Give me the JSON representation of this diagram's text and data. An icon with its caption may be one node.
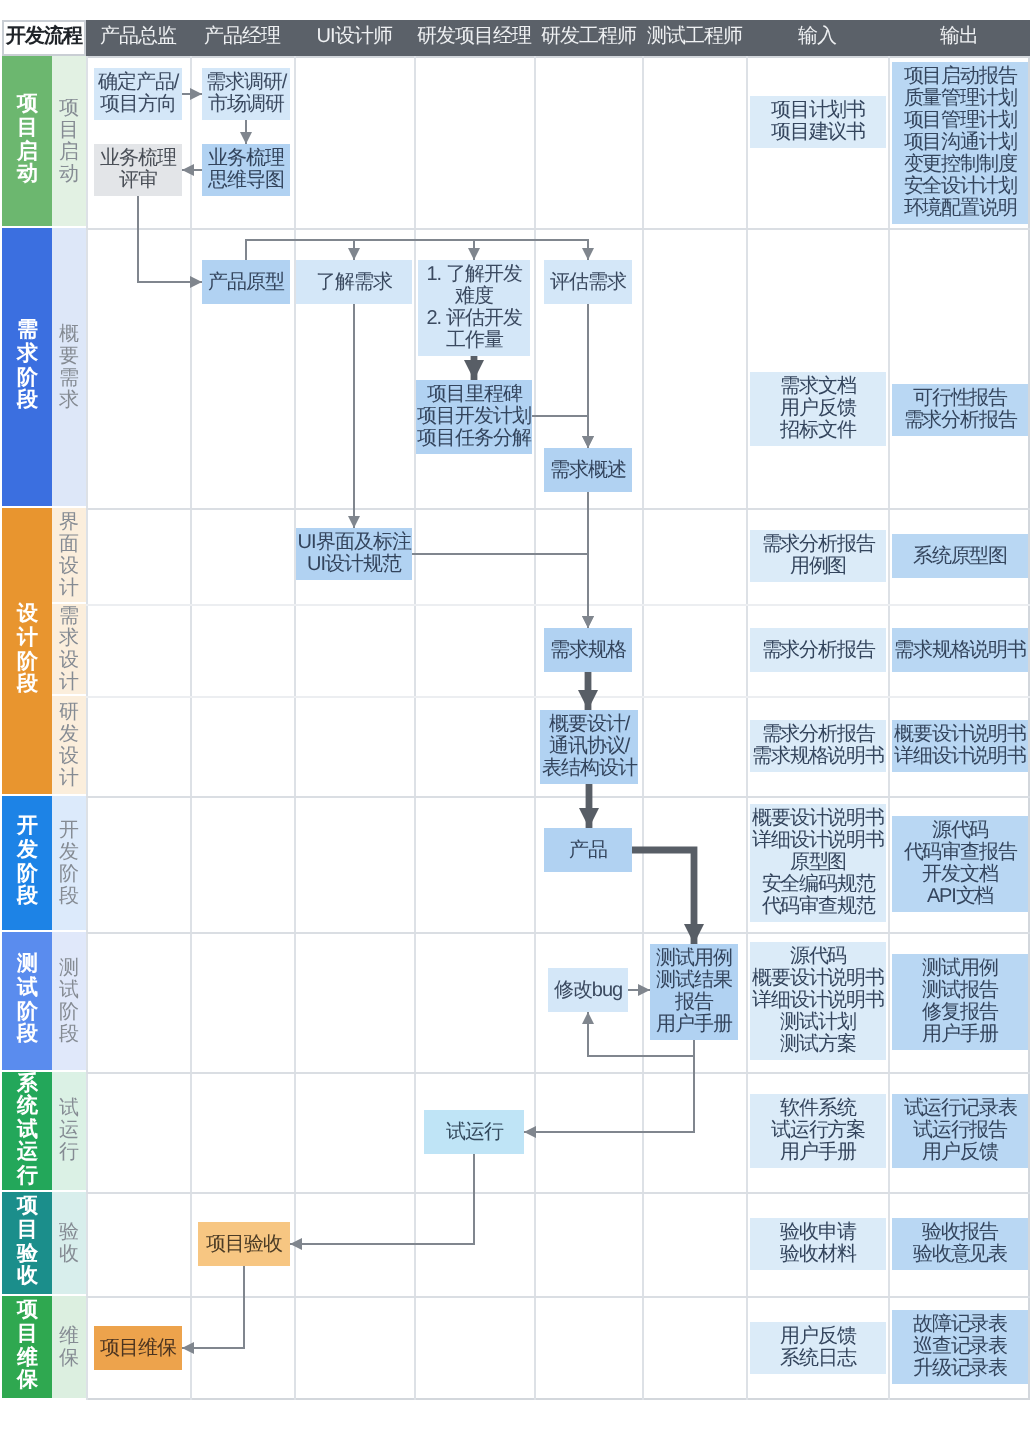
{
  "diagram": {
    "title": "开发流程",
    "nodes": [
      {
        "text": [
          "项目启动"
        ]
      },
      {
        "text": [
          "项目启动"
        ]
      },
      {
        "text": [
          "确定产品/项目方向"
        ]
      },
      {
        "text": [
          "需求调研/市场调研"
        ]
      },
      {
        "text": [
          "业务梳理评审"
        ]
      },
      {
        "text": [
          "业务梳理思维导图"
        ]
      },
      {
        "text": [
          "项目计划书",
          "项目建议书"
        ]
      },
      {
        "text": [
          "项目启动报告",
          "质量管理计划",
          "项目管理计划",
          "项目沟通计划",
          "变更控制制度",
          "安全设计计划",
          "环境配置说明"
        ]
      },
      {
        "text": [
          "需求阶段"
        ]
      },
      {
        "text": [
          "概要需求"
        ]
      },
      {
        "text": [
          "产品原型"
        ]
      },
      {
        "text": [
          "了解需求"
        ]
      },
      {
        "text": [
          "1. 了解开发难度",
          "2. 评估开发工作量"
        ]
      },
      {
        "text": [
          "评估需求"
        ]
      },
      {
        "text": [
          "项目里程碑",
          "项目开发计划",
          "项目任务分解"
        ]
      },
      {
        "text": [
          "需求概述"
        ]
      },
      {
        "text": [
          "需求文档",
          "用户反馈",
          "招标文件"
        ]
      },
      {
        "text": [
          "可行性报告",
          "需求分析报告"
        ]
      },
      {
        "text": [
          "设计阶段"
        ]
      },
      {
        "text": [
          "界面设计"
        ]
      },
      {
        "text": [
          "需求设计"
        ]
      },
      {
        "text": [
          "研发设计"
        ]
      },
      {
        "text": [
          "UI界面及标注",
          "UI设计规范"
        ]
      },
      {
        "text": [
          "需求分析报告",
          "用例图"
        ]
      },
      {
        "text": [
          "系统原型图"
        ]
      },
      {
        "text": [
          "需求规格"
        ]
      },
      {
        "text": [
          "需求分析报告"
        ]
      },
      {
        "text": [
          "需求规格说明书"
        ]
      },
      {
        "text": [
          "概要设计/通讯协议/表结构设计"
        ]
      },
      {
        "text": [
          "需求分析报告",
          "需求规格说明书"
        ]
      },
      {
        "text": [
          "概要设计说明书",
          "详细设计说明书"
        ]
      },
      {
        "text": [
          "开发阶段"
        ]
      },
      {
        "text": [
          "开发阶段"
        ]
      },
      {
        "text": [
          "产品"
        ]
      },
      {
        "text": [
          "概要设计说明书",
          "详细设计说明书",
          "原型图",
          "安全编码规范",
          "代码审查规范"
        ]
      },
      {
        "text": [
          "源代码",
          "代码审查报告",
          "开发文档",
          "API文档"
        ]
      },
      {
        "text": [
          "测试阶段"
        ]
      },
      {
        "text": [
          "测试阶段"
        ]
      },
      {
        "text": [
          "修改bug"
        ]
      },
      {
        "text": [
          "测试用例",
          "测试结果报告",
          "用户手册"
        ]
      },
      {
        "text": [
          "源代码",
          "概要设计说明书",
          "详细设计说明书",
          "测试计划",
          "测试方案"
        ]
      },
      {
        "text": [
          "测试用例",
          "测试报告",
          "修复报告",
          "用户手册"
        ]
      },
      {
        "text": [
          "系统试运行"
        ]
      },
      {
        "text": [
          "试运行"
        ]
      },
      {
        "text": [
          "试运行"
        ]
      },
      {
        "text": [
          "软件系统",
          "试运行方案",
          "用户手册"
        ]
      },
      {
        "text": [
          "试运行记录表",
          "试运行报告",
          "用户反馈"
        ]
      },
      {
        "text": [
          "项目验收"
        ]
      },
      {
        "text": [
          "验收"
        ]
      },
      {
        "text": [
          "项目验收"
        ]
      },
      {
        "text": [
          "验收申请",
          "验收材料"
        ]
      },
      {
        "text": [
          "验收报告",
          "验收意见表"
        ]
      },
      {
        "text": [
          "项目维保"
        ]
      },
      {
        "text": [
          "维保"
        ]
      },
      {
        "text": [
          "项目维保"
        ]
      },
      {
        "text": [
          "用户反馈",
          "系统日志"
        ]
      },
      {
        "text": [
          "故障记录表",
          "巡查记录表",
          "升级记录表"
        ]
      }
    ],
    "edges": [
      {
        "from": 2,
        "to": 3,
        "arrow": "to"
      },
      {
        "from": 3,
        "to": 5,
        "arrow": "to"
      },
      {
        "from": 5,
        "to": 4,
        "arrow": "to"
      },
      {
        "from": 4,
        "to": 10,
        "arrow": "to"
      },
      {
        "from": 10,
        "to": 11,
        "arrow": "to"
      },
      {
        "from": 10,
        "to": 12,
        "arrow": "to"
      },
      {
        "from": 10,
        "to": 13,
        "arrow": "to"
      },
      {
        "from": 12,
        "to": 14,
        "arrow": "to",
        "style": "thick"
      },
      {
        "from": 14,
        "to": 15,
        "arrow": "to"
      },
      {
        "from": 13,
        "to": 15,
        "arrow": "to"
      },
      {
        "from": 11,
        "to": 22,
        "arrow": "to"
      },
      {
        "from": 22,
        "to": 25,
        "arrow": "to"
      },
      {
        "from": 15,
        "to": 25,
        "arrow": "to"
      },
      {
        "from": 25,
        "to": 28,
        "arrow": "to",
        "style": "thick"
      },
      {
        "from": 28,
        "to": 33,
        "arrow": "to",
        "style": "thick"
      },
      {
        "from": 33,
        "to": 39,
        "arrow": "to",
        "style": "thick"
      },
      {
        "from": 38,
        "to": 39,
        "arrow": "to"
      },
      {
        "from": 39,
        "to": 38,
        "arrow": "to"
      },
      {
        "from": 39,
        "to": 44,
        "arrow": "to"
      },
      {
        "from": 44,
        "to": 49,
        "arrow": "to"
      },
      {
        "from": 49,
        "to": 54,
        "arrow": "to"
      }
    ],
    "labels": [
      "产品总监",
      "产品经理",
      "UI设计师",
      "研发项目经理",
      "研发工程师",
      "测试工程师",
      "输入",
      "输出"
    ]
  }
}
